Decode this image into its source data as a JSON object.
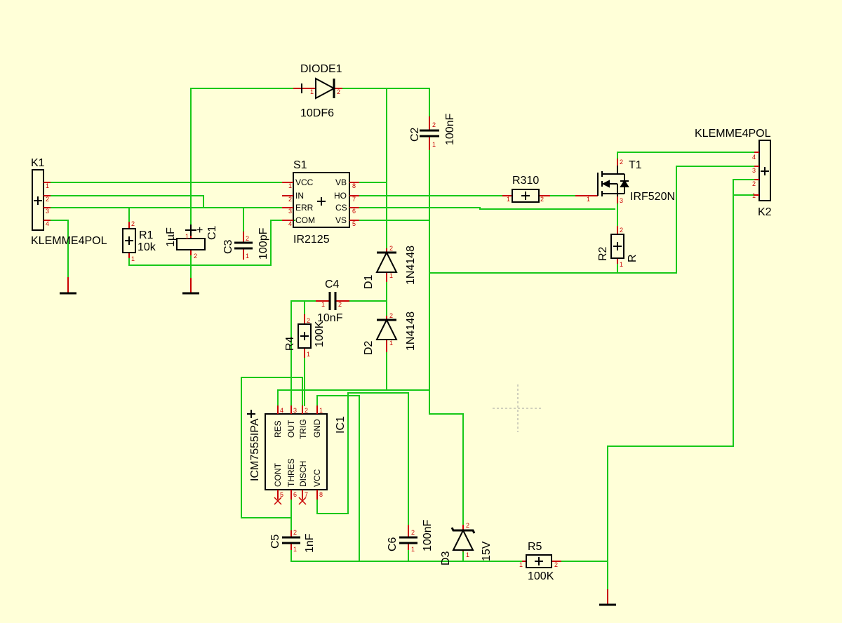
{
  "components": {
    "diode1": {
      "ref": "DIODE1",
      "value": "10DF6"
    },
    "c2": {
      "ref": "C2",
      "value": "100nF"
    },
    "k1": {
      "ref": "K1",
      "value": "KLEMME4POL"
    },
    "s1": {
      "ref": "S1",
      "value": "IR2125",
      "pins_left": [
        "VCC",
        "IN",
        "ERR",
        "COM"
      ],
      "pins_right": [
        "VB",
        "HO",
        "CS",
        "VS"
      ]
    },
    "r1": {
      "ref": "R1",
      "value": "10k"
    },
    "c1": {
      "ref": "C1",
      "value": "1µF",
      "polarity": "+"
    },
    "c3": {
      "ref": "C3",
      "value": "100pF"
    },
    "r310": {
      "ref": "R310"
    },
    "t1": {
      "ref": "T1",
      "value": "IRF520N"
    },
    "k2": {
      "ref": "K2",
      "value": "KLEMME4POL"
    },
    "r2": {
      "ref": "R2",
      "value": "R"
    },
    "d1": {
      "ref": "D1",
      "value": "1N4148"
    },
    "c4": {
      "ref": "C4",
      "value": "10nF"
    },
    "r4": {
      "ref": "R4",
      "value": "100K"
    },
    "d2": {
      "ref": "D2",
      "value": "1N4148"
    },
    "ic1": {
      "ref": "IC1",
      "value": "ICM7555IPA",
      "pins_top": [
        "RES",
        "OUT",
        "TRIG",
        "GND"
      ],
      "pins_bottom": [
        "CONT",
        "THRES",
        "DISCH",
        "VCC"
      ]
    },
    "c5": {
      "ref": "C5",
      "value": "1nF"
    },
    "c6": {
      "ref": "C6",
      "value": "100nF"
    },
    "d3": {
      "ref": "D3",
      "value": "15V"
    },
    "r5": {
      "ref": "R5",
      "value": "100K"
    }
  },
  "pin_numbers": {
    "p1": "1",
    "p2": "2",
    "p3": "3",
    "p4": "4",
    "p5": "5",
    "p6": "6",
    "p7": "7",
    "p8": "8"
  },
  "colors": {
    "background": "#ffffd8",
    "wire": "#18c818",
    "pin": "#c80000",
    "symbol": "#000000"
  }
}
